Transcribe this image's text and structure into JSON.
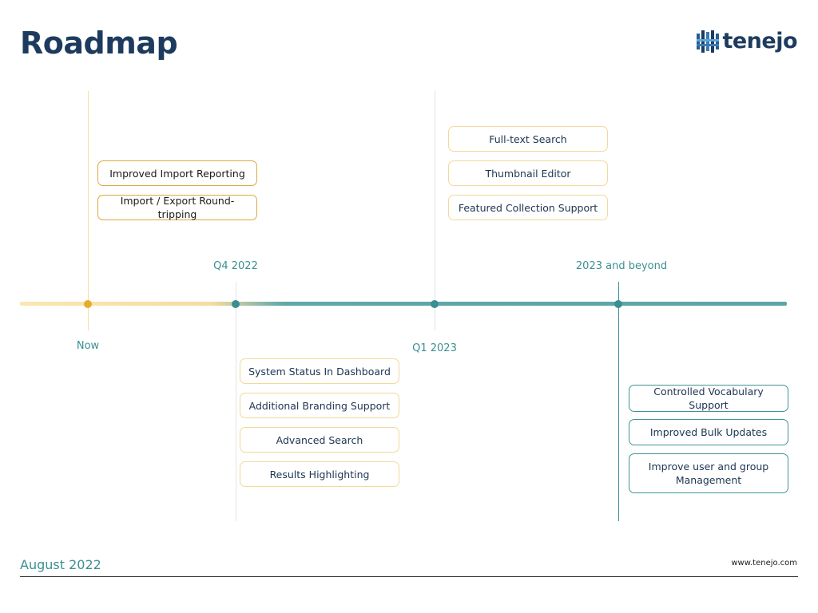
{
  "header": {
    "title": "Roadmap",
    "logo_text": "tenejo"
  },
  "colors": {
    "navy": "#1d3b5e",
    "teal": "#3b8f92",
    "gold": "#e6ac2c",
    "pale_gold": "#f3d89b"
  },
  "milestones": {
    "now": "Now",
    "q4_2022": "Q4 2022",
    "q1_2023": "Q1 2023",
    "beyond": "2023 and beyond"
  },
  "items": {
    "now": [
      "Improved Import Reporting",
      "Import / Export Round-tripping"
    ],
    "q4_2022": [
      "System Status In Dashboard",
      "Additional Branding Support",
      "Advanced Search",
      "Results Highlighting"
    ],
    "q1_2023": [
      "Full-text Search",
      "Thumbnail Editor",
      "Featured Collection Support"
    ],
    "beyond": [
      "Controlled Vocabulary Support",
      "Improved Bulk Updates",
      "Improve user and group Management"
    ]
  },
  "footer": {
    "date": "August 2022",
    "url": "www.tenejo.com"
  }
}
